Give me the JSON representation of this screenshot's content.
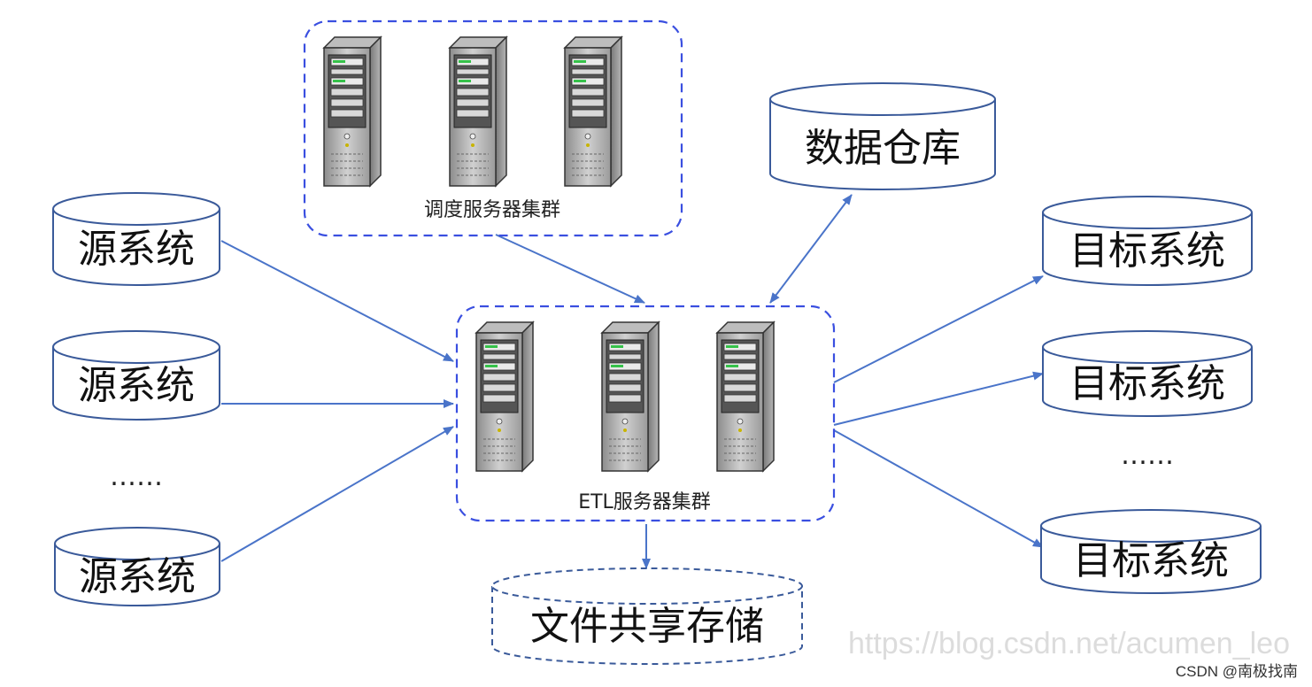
{
  "scheduler_cluster": {
    "label": "调度服务器集群"
  },
  "etl_cluster": {
    "label": "ETL服务器集群"
  },
  "warehouse": {
    "label": "数据仓库"
  },
  "sources": [
    {
      "label": "源系统"
    },
    {
      "label": "源系统"
    },
    {
      "label": "源系统"
    }
  ],
  "sources_ellipsis": "……",
  "targets": [
    {
      "label": "目标系统"
    },
    {
      "label": "目标系统"
    },
    {
      "label": "目标系统"
    }
  ],
  "targets_ellipsis": "……",
  "file_storage": {
    "label": "文件共享存储"
  },
  "watermark": "https://blog.csdn.net/acumen_leo",
  "credit": "CSDN @南极找南",
  "colors": {
    "arrow": "#4a74c9",
    "cluster_border": "#3a4fe0",
    "cylinder_stroke": "#3a5a9a"
  }
}
